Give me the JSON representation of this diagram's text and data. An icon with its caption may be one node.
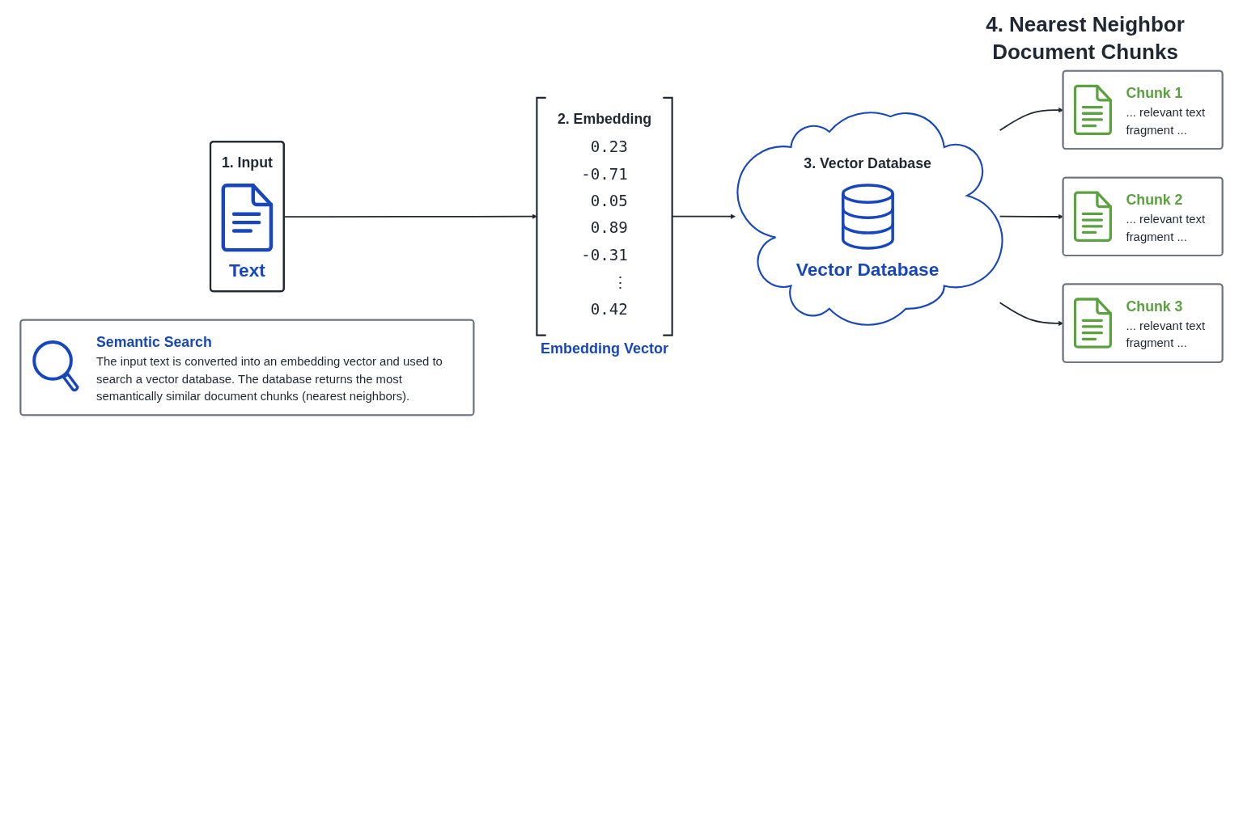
{
  "diagram": {
    "nodes": [
      {
        "text": [
          "1. Input",
          "Text"
        ]
      },
      {
        "text": [
          "2. Embedding",
          "0.23",
          "-0.71",
          "0.05",
          "0.89",
          "-0.31",
          "⋮",
          "0.42"
        ],
        "beside": [
          "Embedding Vector"
        ]
      },
      {
        "text": [
          "3. Vector Database",
          "Vector Database"
        ]
      },
      {
        "text": [
          "Chunk 1",
          "... relevant text fragment ..."
        ]
      },
      {
        "text": [
          "Chunk 2",
          "... relevant text fragment ..."
        ]
      },
      {
        "text": [
          "Chunk 3",
          "... relevant text fragment ..."
        ]
      },
      {
        "text": [
          "Semantic Search",
          "The input text is converted into an embedding vector and used to search a vector database. The database returns the most semantically similar document chunks (nearest neighbors)."
        ]
      }
    ],
    "edges": [
      {
        "from": 0,
        "to": 1,
        "arrow": "to"
      },
      {
        "from": 1,
        "to": 2,
        "arrow": "to"
      },
      {
        "from": 2,
        "to": 3,
        "arrow": "to"
      },
      {
        "from": 2,
        "to": 4,
        "arrow": "to"
      },
      {
        "from": 2,
        "to": 5,
        "arrow": "to"
      }
    ],
    "labels": [
      "4. Nearest Neighbor Document Chunks"
    ]
  }
}
